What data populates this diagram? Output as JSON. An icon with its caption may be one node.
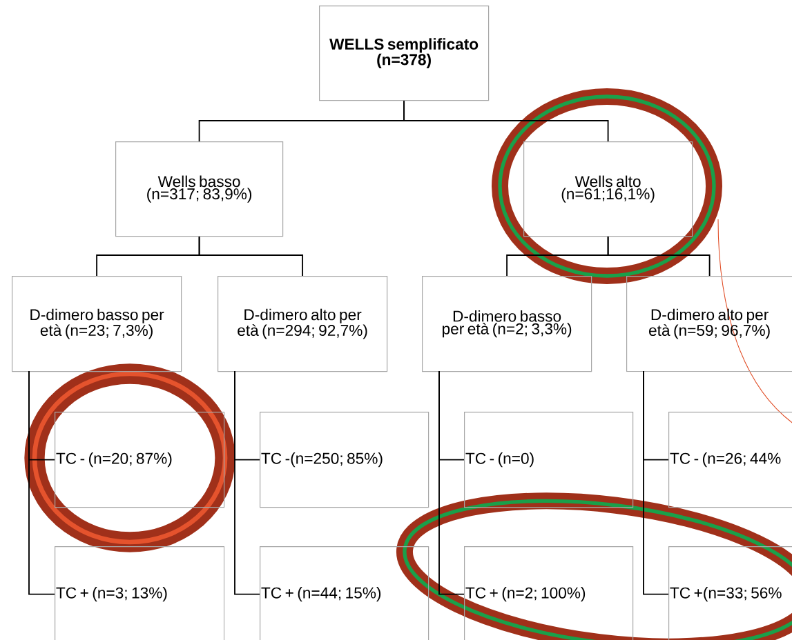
{
  "diagram": {
    "nodes": [
      {
        "text": [
          "WELLS semplificato (n=378)"
        ]
      },
      {
        "text": [
          "Wells basso (n=317; 83,9%)"
        ]
      },
      {
        "text": [
          "Wells alto (n=61;16,1%)"
        ]
      },
      {
        "text": [
          "D-dimero basso per età (n=23; 7,3%)"
        ]
      },
      {
        "text": [
          "D-dimero alto per età (n=294; 92,7%)"
        ]
      },
      {
        "text": [
          "D-dimero basso per età (n=2; 3,3%)"
        ]
      },
      {
        "text": [
          "D-dimero alto per età (n=59; 96,7%)"
        ]
      },
      {
        "text": [
          "TC - (n=20; 87%)"
        ]
      },
      {
        "text": [
          "TC + (n=3; 13%)"
        ]
      },
      {
        "text": [
          "TC -(n=250; 85%)"
        ]
      },
      {
        "text": [
          "TC + (n=44; 15%)"
        ]
      },
      {
        "text": [
          "TC - (n=0)"
        ]
      },
      {
        "text": [
          "TC + (n=2; 100%)"
        ]
      },
      {
        "text": [
          "TC - (n=26; 44%"
        ]
      },
      {
        "text": [
          "TC +(n=33; 56%"
        ]
      }
    ],
    "edges": [
      {
        "from": 0,
        "to": 1,
        "arrow": "none"
      },
      {
        "from": 0,
        "to": 2,
        "arrow": "none"
      },
      {
        "from": 1,
        "to": 3,
        "arrow": "none"
      },
      {
        "from": 1,
        "to": 4,
        "arrow": "none"
      },
      {
        "from": 2,
        "to": 5,
        "arrow": "none"
      },
      {
        "from": 2,
        "to": 6,
        "arrow": "none"
      },
      {
        "from": 3,
        "to": 7,
        "arrow": "none"
      },
      {
        "from": 3,
        "to": 8,
        "arrow": "none"
      },
      {
        "from": 4,
        "to": 9,
        "arrow": "none"
      },
      {
        "from": 4,
        "to": 10,
        "arrow": "none"
      },
      {
        "from": 5,
        "to": 11,
        "arrow": "none"
      },
      {
        "from": 5,
        "to": 12,
        "arrow": "none"
      },
      {
        "from": 6,
        "to": 13,
        "arrow": "none"
      },
      {
        "from": 6,
        "to": 14,
        "arrow": "none"
      }
    ]
  }
}
